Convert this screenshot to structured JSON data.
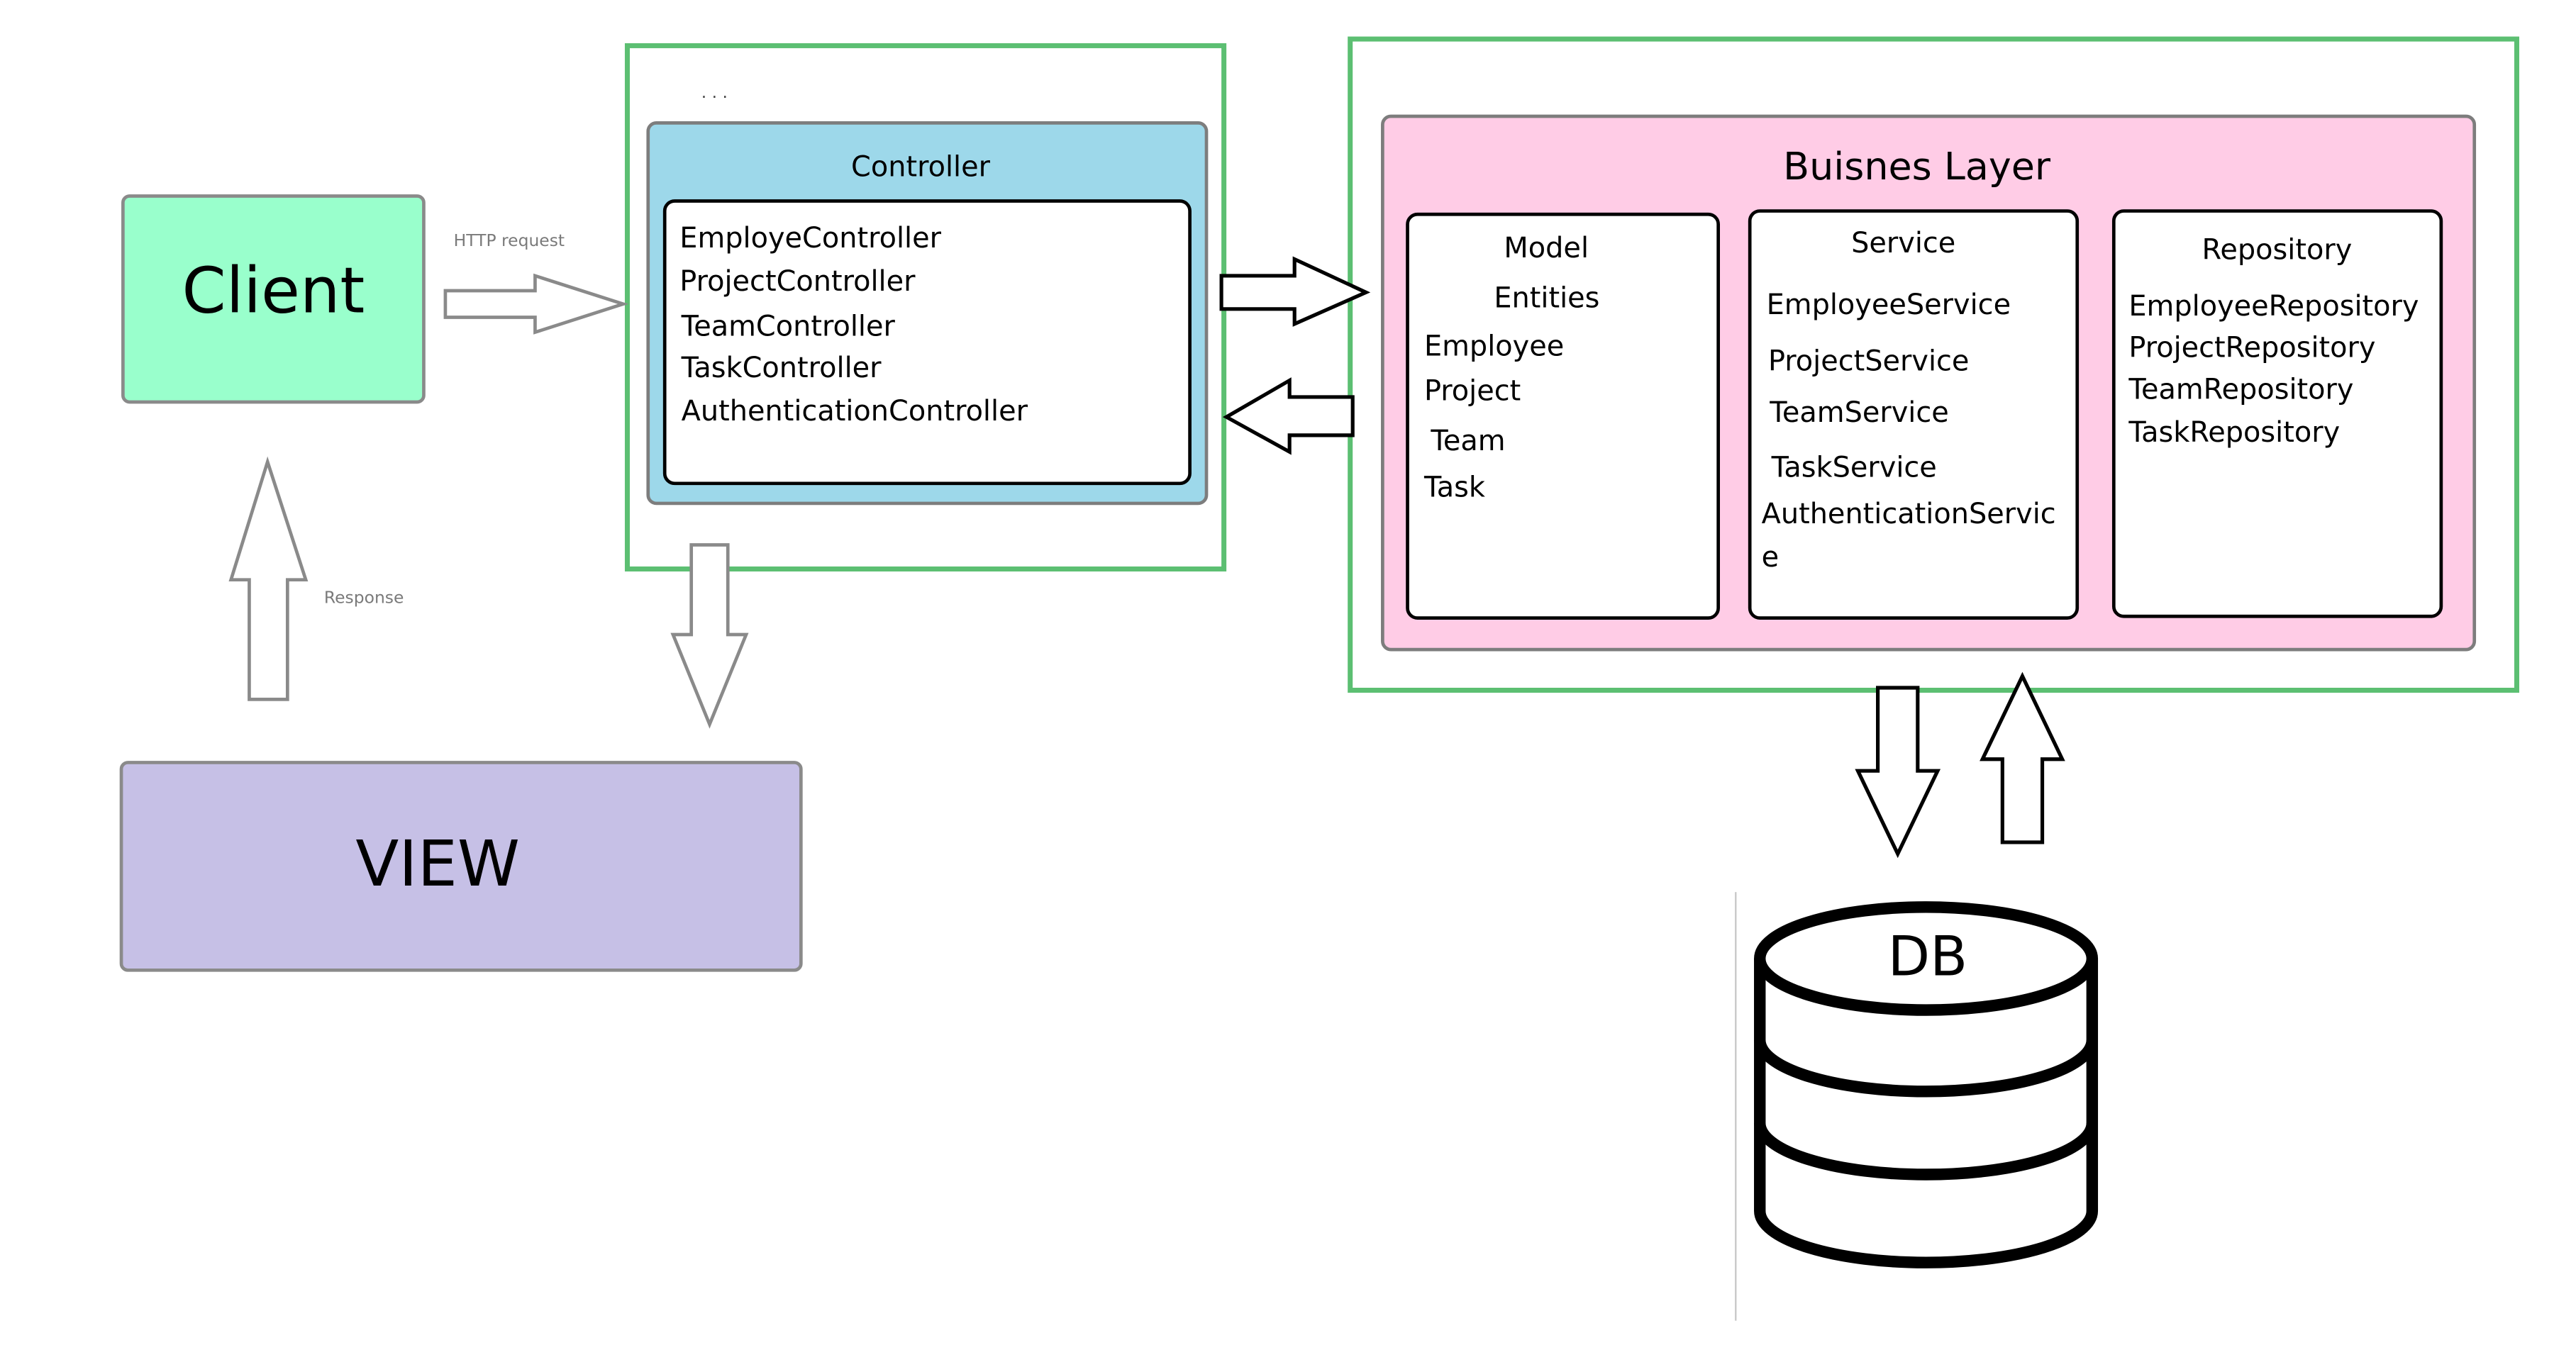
{
  "client": {
    "label": "Client"
  },
  "view": {
    "label": "VIEW"
  },
  "http_request_label": "HTTP request",
  "response_label": "Response",
  "controller_outline_marks": ". . .",
  "controller": {
    "title": "Controller",
    "items": [
      "EmployeController",
      "ProjectController",
      "TeamController",
      "TaskController",
      "AuthenticationController"
    ]
  },
  "business_layer": {
    "title": "Buisnes Layer",
    "model": {
      "title": "Model",
      "subtitle": "Entities",
      "items": [
        "Employee",
        "Project",
        "Team",
        "Task"
      ]
    },
    "service": {
      "title": "Service",
      "items": [
        "EmployeeService",
        "ProjectService",
        "TeamService",
        "TaskService",
        "AuthenticationServic",
        "e"
      ]
    },
    "repository": {
      "title": "Repository",
      "items": [
        "EmployeeRepository",
        "ProjectRepository",
        "TeamRepository",
        "TaskRepository"
      ]
    }
  },
  "db": {
    "label": "DB"
  },
  "colors": {
    "client_fill": "#99ffcc",
    "view_fill": "#c6c0e6",
    "controller_fill": "#9dd8ea",
    "business_fill": "#ffcce6",
    "group_outline": "#5cbf72"
  }
}
